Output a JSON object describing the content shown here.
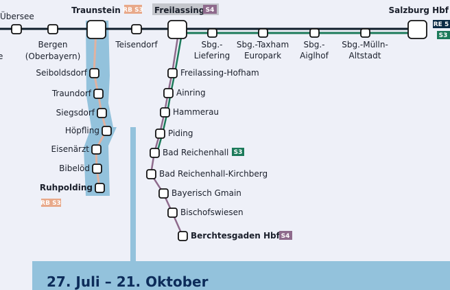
{
  "colors": {
    "background": "#eef0f8",
    "main_line": "#0f1d2a",
    "s3": "#1c7a5a",
    "s4": "#8e6a8c",
    "rb_s3": "#e8a98a",
    "re5": "#0b2a45",
    "band": "#93c2dc",
    "date_text": "#0d2c5a"
  },
  "main_line": {
    "stations": [
      "Übersee",
      "Bergen\n(Oberbayern)",
      "Traunstein",
      "Teisendorf",
      "Freilassing",
      "Salzburg Hbf"
    ],
    "fragment": "e",
    "labels": {
      "uebersee": "Übersee",
      "bergen_1": "Bergen",
      "bergen_2": "(Oberbayern)",
      "traunstein": "Traunstein",
      "teisendorf": "Teisendorf",
      "freilassing": "Freilassing",
      "salzburg": "Salzburg Hbf"
    }
  },
  "salzburg_branch": {
    "liefering_1": "Sbg.-",
    "liefering_2": "Liefering",
    "taxham_1": "Sbg.-Taxham",
    "taxham_2": "Europark",
    "aiglhof_1": "Sbg.-",
    "aiglhof_2": "Aiglhof",
    "muelln_1": "Sbg.-Mülln-",
    "muelln_2": "Altstadt"
  },
  "ruhpolding_branch": {
    "stations": [
      "Seiboldsdorf",
      "Traundorf",
      "Siegsdorf",
      "Höpfling",
      "Eisenärzt",
      "Bibelöd",
      "Ruhpolding"
    ]
  },
  "berchtesgaden_branch": {
    "stations": [
      "Freilassing-Hofham",
      "Ainring",
      "Hammerau",
      "Piding",
      "Bad Reichenhall",
      "Bad Reichenhall-Kirchberg",
      "Bayerisch Gmain",
      "Bischofswiesen",
      "Berchtesgaden Hbf"
    ]
  },
  "badges": {
    "rb_s3": "RB S3",
    "s4": "S4",
    "re5": "RE 5",
    "s3": "S3"
  },
  "banner": {
    "date_range": "27. Juli – 21. Oktober"
  }
}
